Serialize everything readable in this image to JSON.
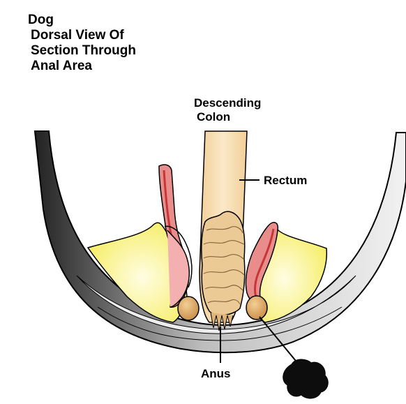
{
  "title": {
    "lines": [
      "Dog",
      "Dorsal View Of",
      "Section Through",
      "Anal Area"
    ]
  },
  "labels": {
    "descending_colon": [
      "Descending",
      "Colon"
    ],
    "rectum": "Rectum",
    "anus": "Anus"
  },
  "colors": {
    "outline": "#000000",
    "body_wall_dark": "#3a3a3a",
    "body_wall_light": "#e6e6e6",
    "colon_fill": "#f7dcae",
    "feces_fill": "#e9c998",
    "fat_fill": "#fbf48a",
    "fat_highlight": "#fffde0",
    "sphincter_red": "#d44040",
    "sphincter_pink": "#f2a6a6",
    "anal_sac": "#d9a463",
    "expressed_secretion": "#111111"
  }
}
